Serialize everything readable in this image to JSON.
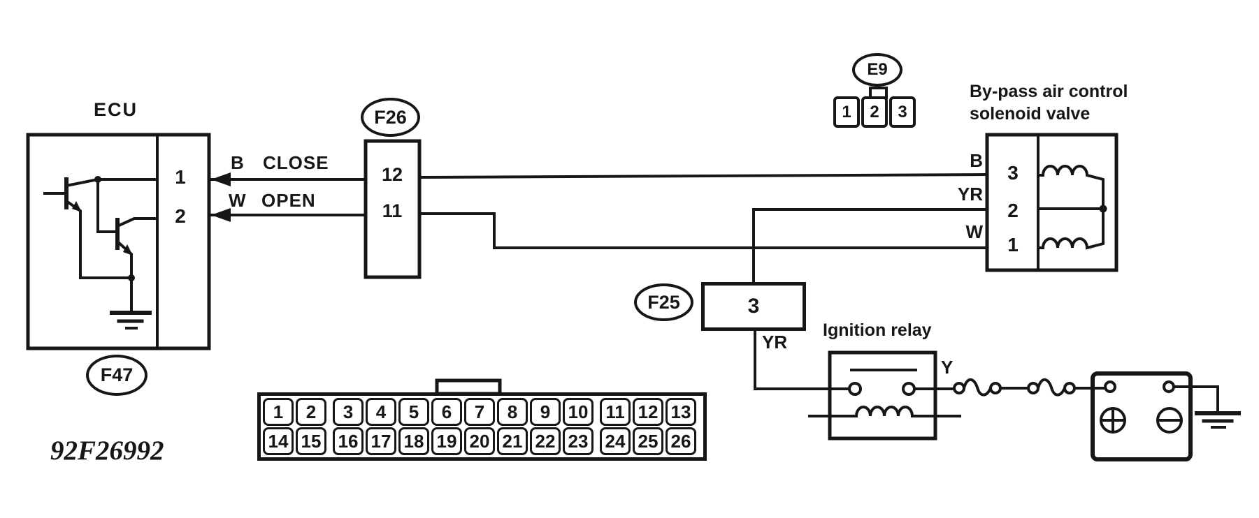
{
  "title_code": "92F26992",
  "colors": {
    "ink": "#161616",
    "paper": "#ffffff"
  },
  "ecu": {
    "title": "ECU",
    "connector_oval": "F47",
    "pin1": "1",
    "pin2": "2"
  },
  "f26": {
    "oval": "F26",
    "pin_top": "12",
    "pin_bottom": "11"
  },
  "wires": {
    "close": {
      "color_code": "B",
      "label": "CLOSE"
    },
    "open": {
      "color_code": "W",
      "label": "OPEN"
    },
    "y_out": "Y"
  },
  "e9": {
    "oval": "E9",
    "pins": [
      "1",
      "2",
      "3"
    ]
  },
  "solenoid": {
    "title_line1": "By-pass air control",
    "title_line2": "solenoid valve",
    "wire_labels": [
      "B",
      "YR",
      "W"
    ],
    "pins": [
      "3",
      "2",
      "1"
    ]
  },
  "f25": {
    "oval": "F25",
    "pin": "3",
    "wire_label": "YR"
  },
  "relay": {
    "title": "Ignition relay"
  },
  "battery": {
    "plus": "+",
    "minus": "−"
  },
  "grid": {
    "top": [
      "1",
      "2",
      "3",
      "4",
      "5",
      "6",
      "7",
      "8",
      "9",
      "10",
      "11",
      "12",
      "13"
    ],
    "bottom": [
      "14",
      "15",
      "16",
      "17",
      "18",
      "19",
      "20",
      "21",
      "22",
      "23",
      "24",
      "25",
      "26"
    ]
  }
}
